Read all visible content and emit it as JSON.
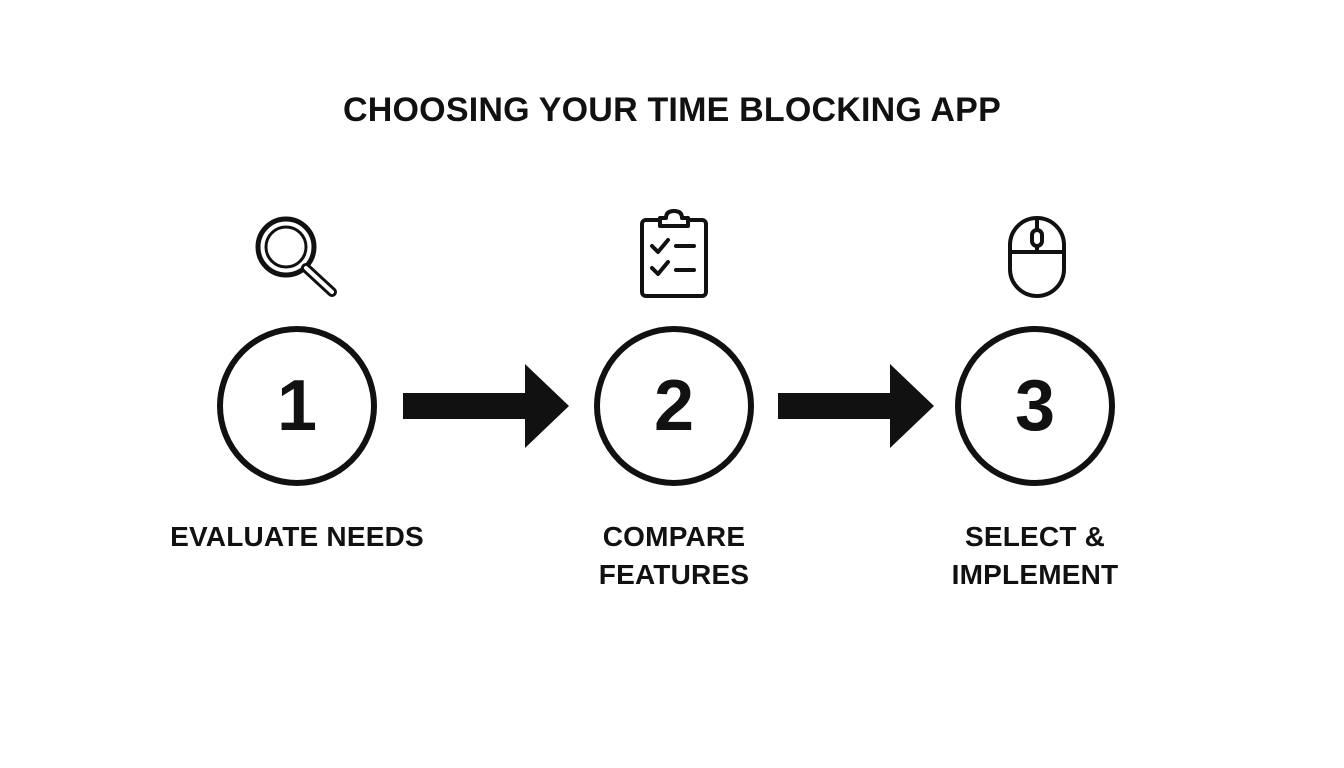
{
  "title": "CHOOSING YOUR TIME BLOCKING APP",
  "colors": {
    "ink": "#111111",
    "background": "#ffffff"
  },
  "steps": [
    {
      "number": "1",
      "icon": "magnifier-icon",
      "label_lines": [
        "EVALUATE NEEDS"
      ]
    },
    {
      "number": "2",
      "icon": "clipboard-checklist-icon",
      "label_lines": [
        "COMPARE",
        "FEATURES"
      ]
    },
    {
      "number": "3",
      "icon": "computer-mouse-icon",
      "label_lines": [
        "SELECT &",
        "IMPLEMENT"
      ]
    }
  ],
  "connectors": [
    "arrow-right-icon",
    "arrow-right-icon"
  ]
}
